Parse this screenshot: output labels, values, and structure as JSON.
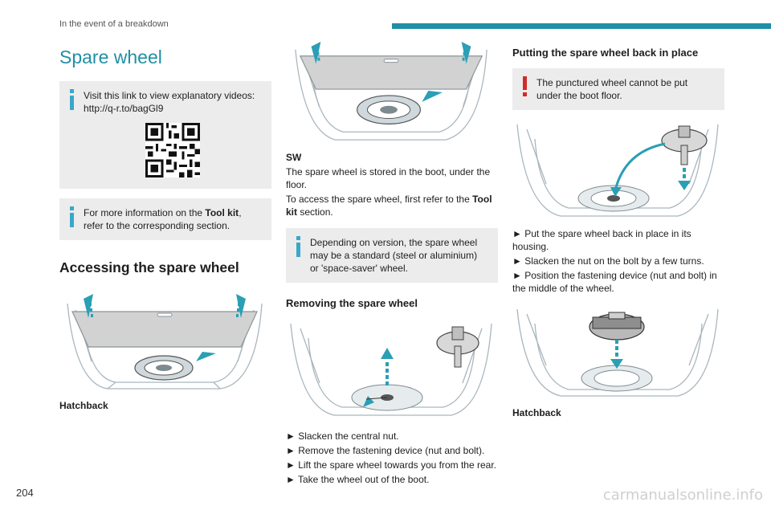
{
  "header": {
    "section": "In the event of a breakdown"
  },
  "page_number": "204",
  "watermark": "carmanualsonline.info",
  "col1": {
    "title": "Spare wheel",
    "note1_text": "Visit this link to view explanatory videos: http://q-r.to/bagGl9",
    "note2_pre": "For more information on the ",
    "note2_bold": "Tool kit",
    "note2_post": ", refer to the corresponding section.",
    "heading": "Accessing the spare wheel",
    "caption": "Hatchback"
  },
  "col2": {
    "label_sw": "SW",
    "para1": "The spare wheel is stored in the boot, under the floor.",
    "para2_pre": "To access the spare wheel, first refer to the ",
    "para2_bold": "Tool kit",
    "para2_post": " section.",
    "note_text": "Depending on version, the spare wheel may be a standard (steel or aluminium) or 'space-saver' wheel.",
    "heading": "Removing the spare wheel",
    "steps": [
      "► Slacken the central nut.",
      "► Remove the fastening device (nut and bolt).",
      "► Lift the spare wheel towards you from the rear.",
      "► Take the wheel out of the boot."
    ]
  },
  "col3": {
    "heading": "Putting the spare wheel back in place",
    "warn_text": "The punctured wheel cannot be put under the boot floor.",
    "steps": [
      "► Put the spare wheel back in place in its housing.",
      "► Slacken the nut on the bolt by a few turns.",
      "► Position the fastening device (nut and bolt) in the middle of the wheel."
    ],
    "caption": "Hatchback"
  },
  "colors": {
    "accent": "#1f8fa5",
    "info": "#3aa7c9",
    "warning": "#d32a2a",
    "note_bg": "#ececec"
  }
}
